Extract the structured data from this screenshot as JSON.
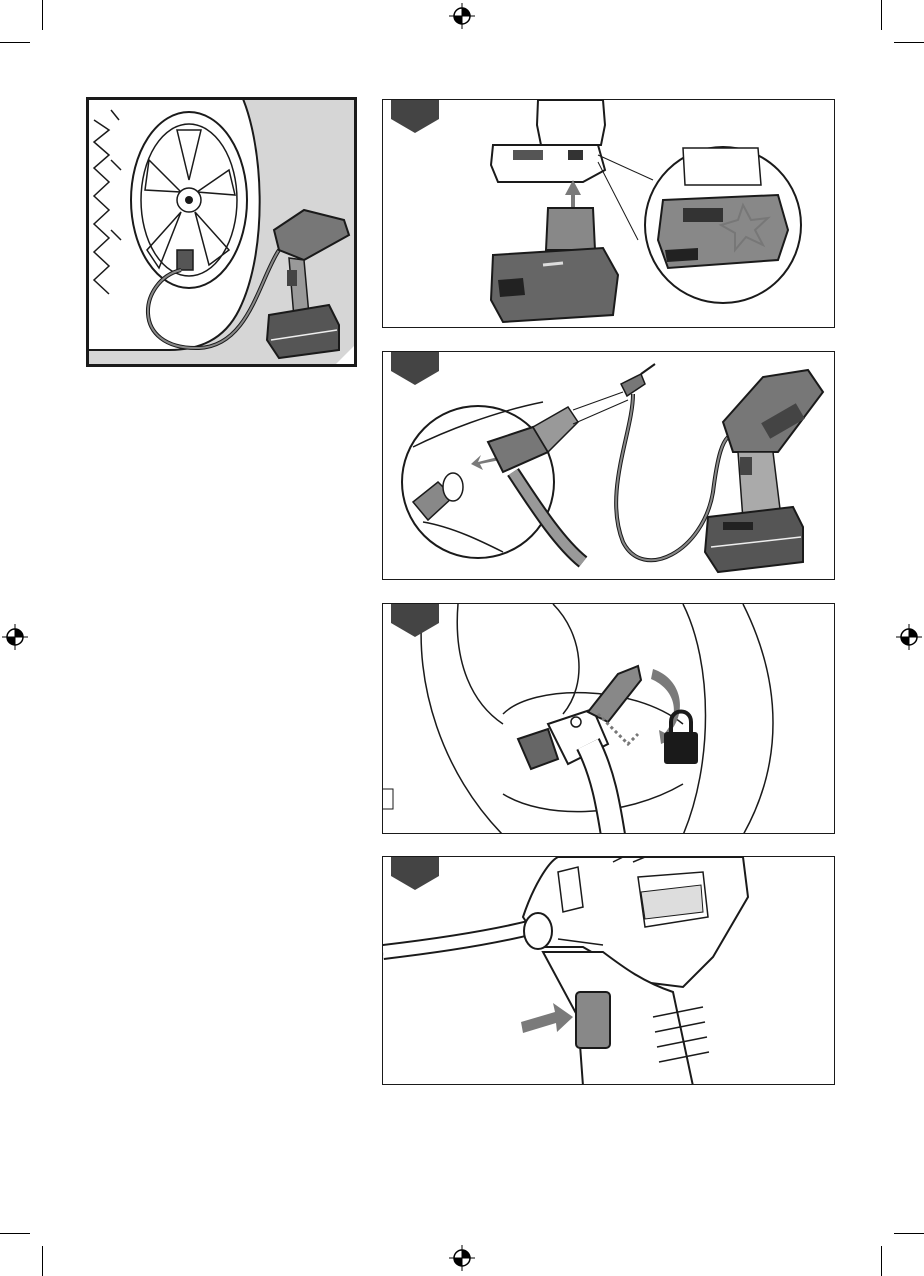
{
  "document": {
    "type": "instruction-illustrations",
    "overview": {
      "description_icon": "tire-inflation-overview"
    },
    "steps": [
      {
        "icon": "battery-attach-illustration"
      },
      {
        "icon": "hose-connect-illustration"
      },
      {
        "icon": "valve-lock-illustration",
        "lock_icon": "padlock-icon"
      },
      {
        "icon": "trigger-press-illustration"
      }
    ],
    "marks": [
      "registration-mark",
      "crop-mark"
    ]
  },
  "colors": {
    "ink": "#1a1a1a",
    "panel_bg": "#ffffff",
    "overview_bg": "#d6d6d6",
    "step_tab": "#444444",
    "arrow": "#7a7a7a"
  }
}
